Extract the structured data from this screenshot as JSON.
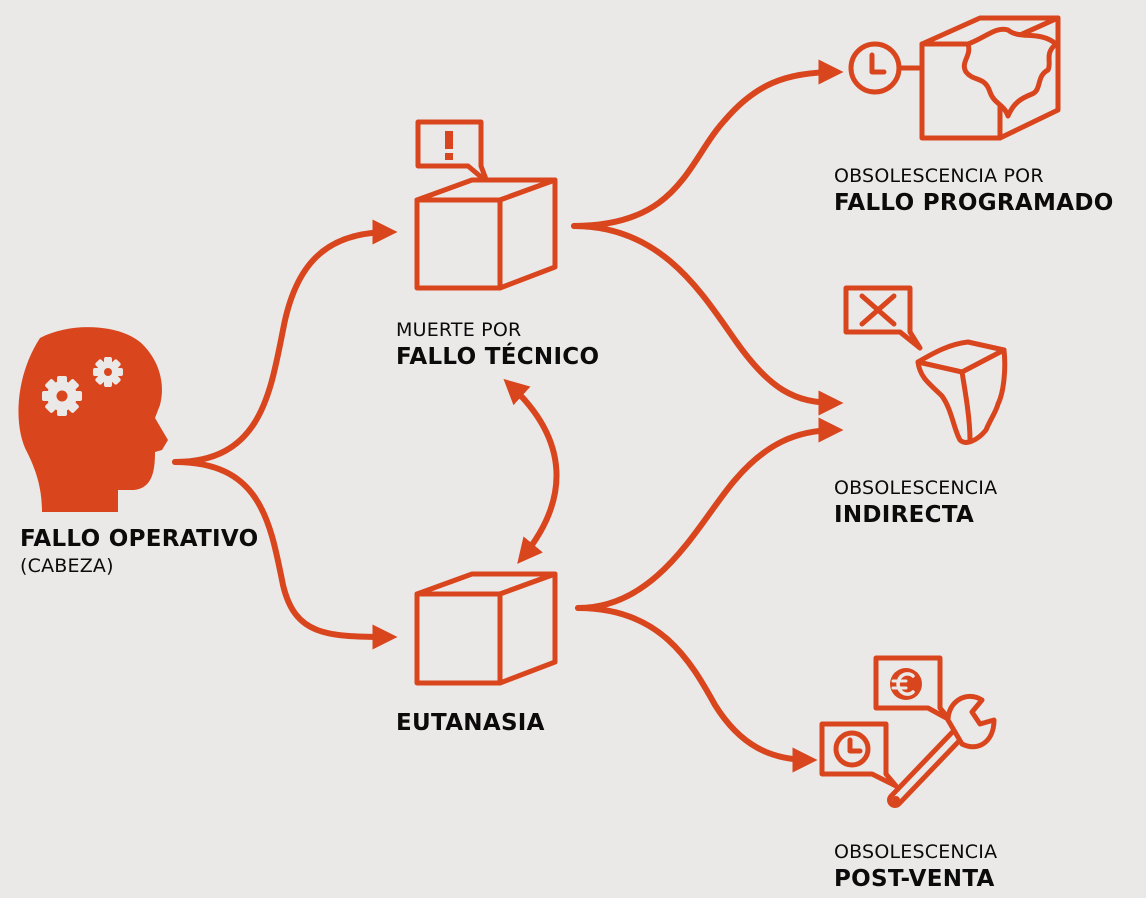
{
  "colors": {
    "accent": "#d9461e",
    "background": "#ebe8e8",
    "text": "#0b0b0b"
  },
  "nodes": {
    "fallo_operativo": {
      "main": "FALLO OPERATIVO",
      "sub": "(CABEZA)",
      "icon": "head-gears-icon"
    },
    "muerte": {
      "sub": "MUERTE POR",
      "main": "FALLO TÉCNICO",
      "icon": "box-alert-icon"
    },
    "eutanasia": {
      "main": "EUTANASIA",
      "icon": "box-icon"
    },
    "programado": {
      "sub": "OBSOLESCENCIA POR",
      "main": "FALLO PROGRAMADO",
      "icon": "clock-broken-box-icon"
    },
    "indirecta": {
      "sub": "OBSOLESCENCIA",
      "main": "INDIRECTA",
      "icon": "x-broken-box-icon"
    },
    "postventa": {
      "sub": "OBSOLESCENCIA",
      "main": "POST-VENTA",
      "icon": "euro-clock-wrench-icon"
    }
  },
  "edges": [
    {
      "from": "fallo_operativo",
      "to": "muerte"
    },
    {
      "from": "fallo_operativo",
      "to": "eutanasia"
    },
    {
      "from": "muerte",
      "to": "eutanasia",
      "bidirectional": true
    },
    {
      "from": "muerte",
      "to": "programado"
    },
    {
      "from": "muerte",
      "to": "indirecta"
    },
    {
      "from": "eutanasia",
      "to": "indirecta"
    },
    {
      "from": "eutanasia",
      "to": "postventa"
    }
  ]
}
